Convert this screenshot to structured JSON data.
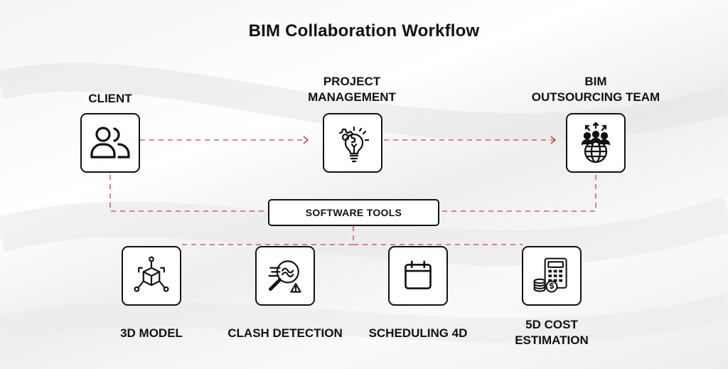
{
  "title": "BIM Collaboration Workflow",
  "nodes": {
    "client": {
      "label": "CLIENT",
      "icon": "users-icon"
    },
    "project_management": {
      "label_line1": "PROJECT",
      "label_line2": "MANAGEMENT",
      "icon": "gear-lightbulb-icon"
    },
    "bim_team": {
      "label_line1": "BIM",
      "label_line2": "OUTSOURCING TEAM",
      "icon": "global-team-icon"
    },
    "software_tools": {
      "label": "SOFTWARE TOOLS"
    }
  },
  "tools": [
    {
      "label": "3D MODEL",
      "icon": "cube-model-icon"
    },
    {
      "label": "CLASH DETECTION",
      "icon": "magnifier-warning-icon"
    },
    {
      "label": "SCHEDULING 4D",
      "icon": "calendar-icon"
    },
    {
      "label_line1": "5D COST",
      "label_line2": "ESTIMATION",
      "icon": "calculator-coins-icon"
    }
  ],
  "colors": {
    "connector": "#e23b3b",
    "stroke": "#111111",
    "box_fill": "#ffffff"
  }
}
